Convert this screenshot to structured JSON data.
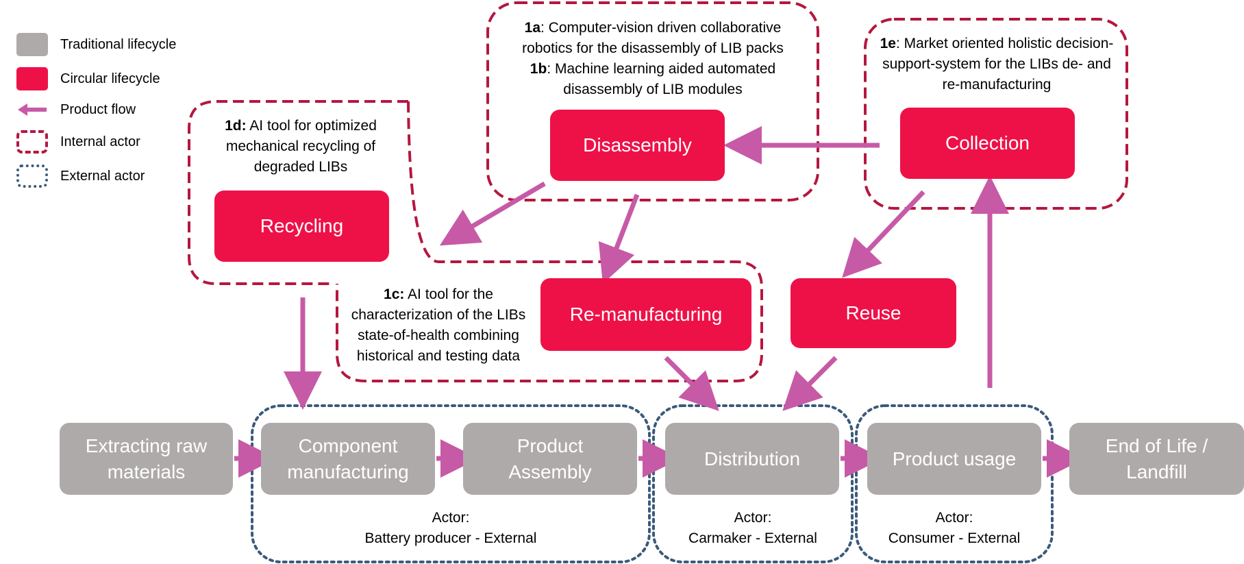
{
  "legend": {
    "traditional": "Traditional lifecycle",
    "circular": "Circular lifecycle",
    "flow": "Product flow",
    "internal": "Internal actor",
    "external": "External actor"
  },
  "nodes": {
    "extracting": "Extracting raw materials",
    "component": "Component manufacturing",
    "assembly": "Product Assembly",
    "distribution": "Distribution",
    "usage": "Product usage",
    "eol": "End of Life / Landfill",
    "recycling": "Recycling",
    "disassembly": "Disassembly",
    "collection": "Collection",
    "remanufacturing": "Re-manufacturing",
    "reuse": "Reuse"
  },
  "annotations": {
    "a1_id": "1a",
    "a1_text": ": Computer-vision driven collaborative robotics for the disassembly of LIB packs",
    "b1_id": "1b",
    "b1_text": ": Machine learning aided automated disassembly of LIB modules",
    "e1_id": "1e",
    "e1_text": ": Market oriented holistic decision-support-system for the LIBs de- and re-manufacturing",
    "d1_id": "1d:",
    "d1_text": " AI tool for optimized mechanical recycling of degraded LIBs",
    "c1_id": "1c:",
    "c1_text": " AI tool for the characterization of the LIBs state-of-health combining historical and testing data"
  },
  "actors": {
    "actor_word": "Actor:",
    "battery": "Battery producer - External",
    "carmaker": "Carmaker - External",
    "consumer": "Consumer - External"
  },
  "colors": {
    "traditional": "#aeaaaa",
    "circular": "#ee1148",
    "flow": "#c75aa6",
    "internal": "#b5173f",
    "external": "#3b5a7a"
  }
}
